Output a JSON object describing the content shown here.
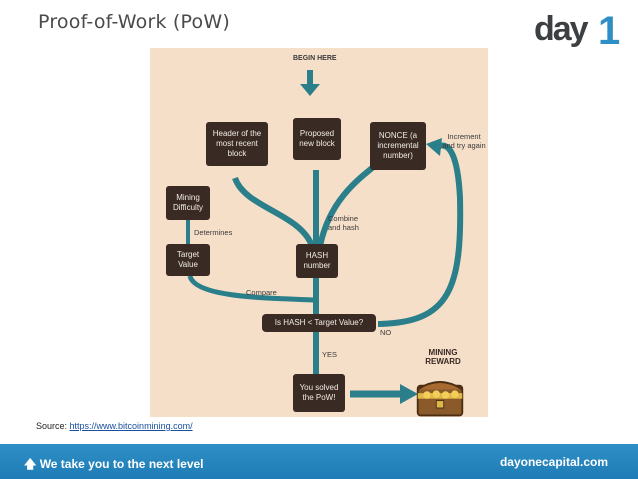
{
  "slide": {
    "title": "Proof-of-Work (PoW)",
    "logo_text": "day1",
    "source_label": "Source: ",
    "source_link": "https://www.bitcoinmining.com/"
  },
  "diagram": {
    "begin": "BEGIN HERE",
    "nodes": {
      "header": "Header of the most recent block",
      "proposed": "Proposed new block",
      "nonce": "NONCE (a incremental number)",
      "difficulty": "Mining Difficulty",
      "target": "Target Value",
      "hash": "HASH number",
      "compare_q": "Is HASH < Target Value?",
      "solved": "You solved the PoW!"
    },
    "labels": {
      "increment": "Increment and try again",
      "combine": "Combine and hash",
      "determines": "Determines",
      "compare": "Compare",
      "no": "NO",
      "yes": "YES",
      "reward": "MINING REWARD"
    }
  },
  "footer": {
    "left": "We take you to the next level",
    "right": "dayonecapital.com"
  },
  "colors": {
    "accent": "#2e8fc6",
    "flow": "#2a7f8a",
    "box": "#3a2a24",
    "diagram_bg": "#f6dfc8"
  }
}
